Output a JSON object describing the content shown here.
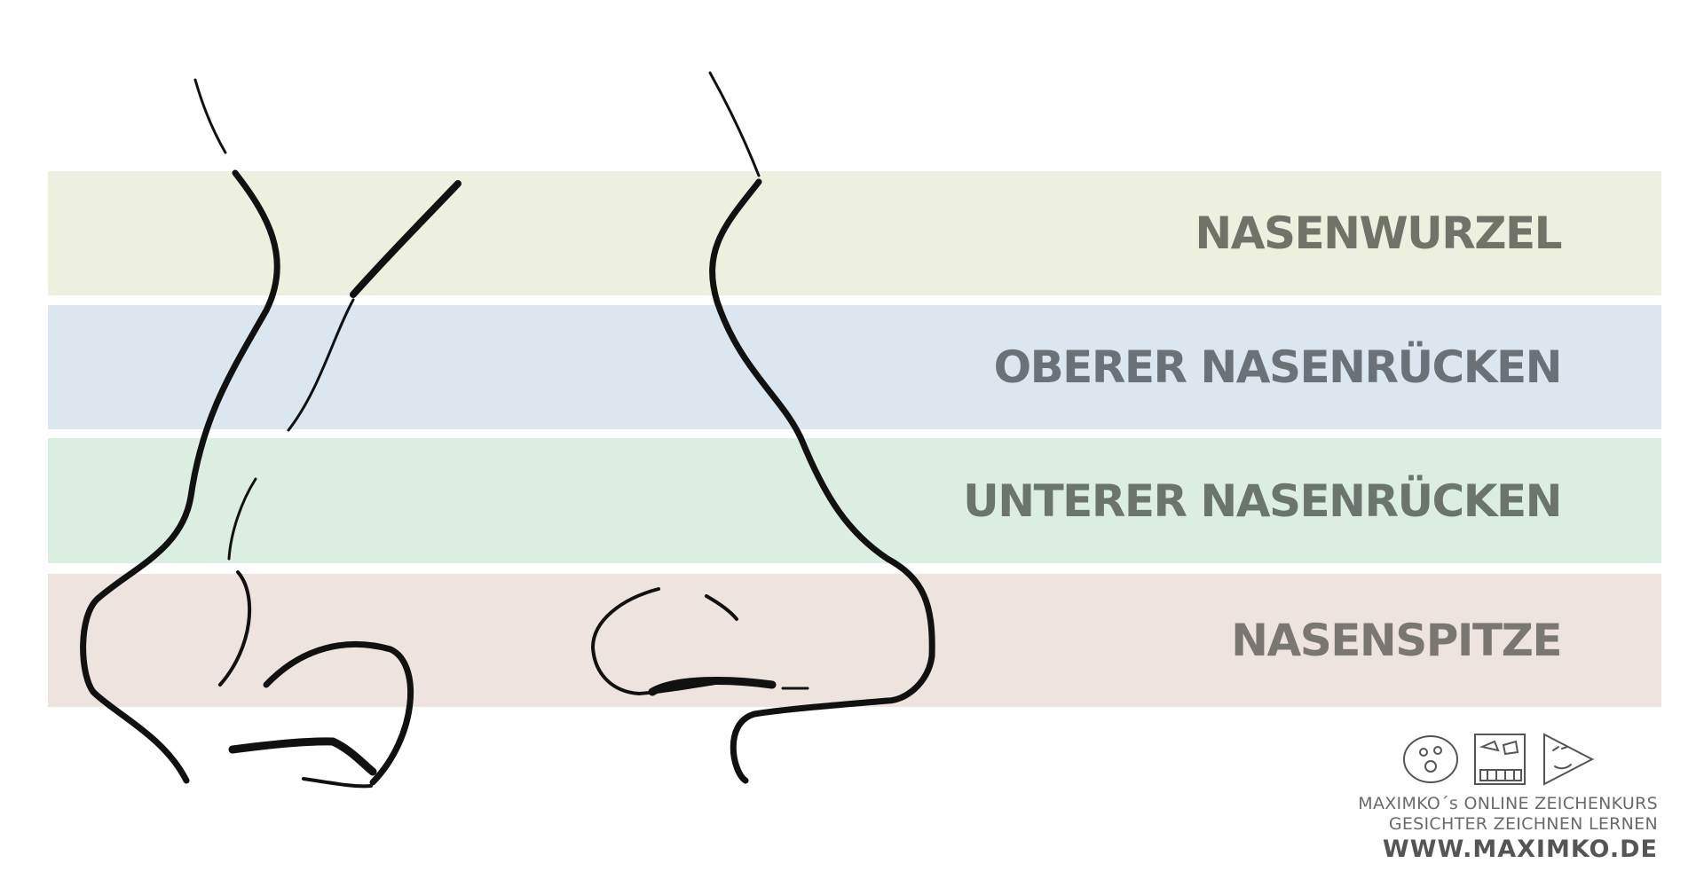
{
  "bands": [
    {
      "label": "NASENWURZEL",
      "bg": "#edefdf",
      "color": "#6f7368"
    },
    {
      "label": "OBERER NASENRÜCKEN",
      "bg": "#dbe6ee",
      "color": "#6b7277"
    },
    {
      "label": "UNTERER NASENRÜCKEN",
      "bg": "#dcede1",
      "color": "#6b756d"
    },
    {
      "label": "NASENSPITZE",
      "bg": "#ede4df",
      "color": "#7a7672"
    }
  ],
  "brand": {
    "line1": "MAXIMKO´s ONLINE ZEICHENKURS",
    "line2": "GESICHTER ZEICHNEN LERNEN",
    "line3": "WWW.MAXIMKO.DE"
  }
}
